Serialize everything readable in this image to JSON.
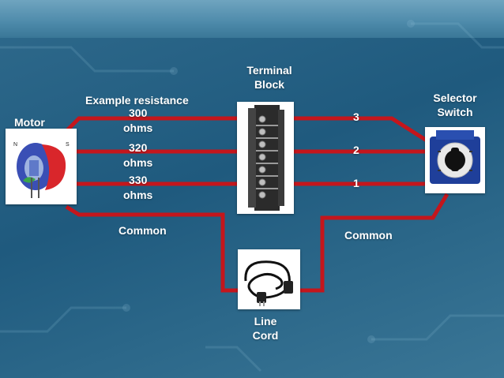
{
  "labels": {
    "motor": "Motor",
    "example_resistance": "Example resistance",
    "r300_value": "300",
    "r300_unit": "ohms",
    "r320_value": "320",
    "r320_unit": "ohms",
    "r330_value": "330",
    "r330_unit": "ohms",
    "common_left": "Common",
    "common_right": "Common",
    "terminal_block_line1": "Terminal",
    "terminal_block_line2": "Block",
    "selector_switch_line1": "Selector",
    "selector_switch_line2": "Switch",
    "position_3": "3",
    "position_2": "2",
    "position_1": "1",
    "line_cord_line1": "Line",
    "line_cord_line2": "Cord",
    "motor_pole_n": "N",
    "motor_pole_s": "S"
  },
  "colors": {
    "wire": "#c4161c",
    "label": "#ffffff",
    "background": "#235f83"
  }
}
